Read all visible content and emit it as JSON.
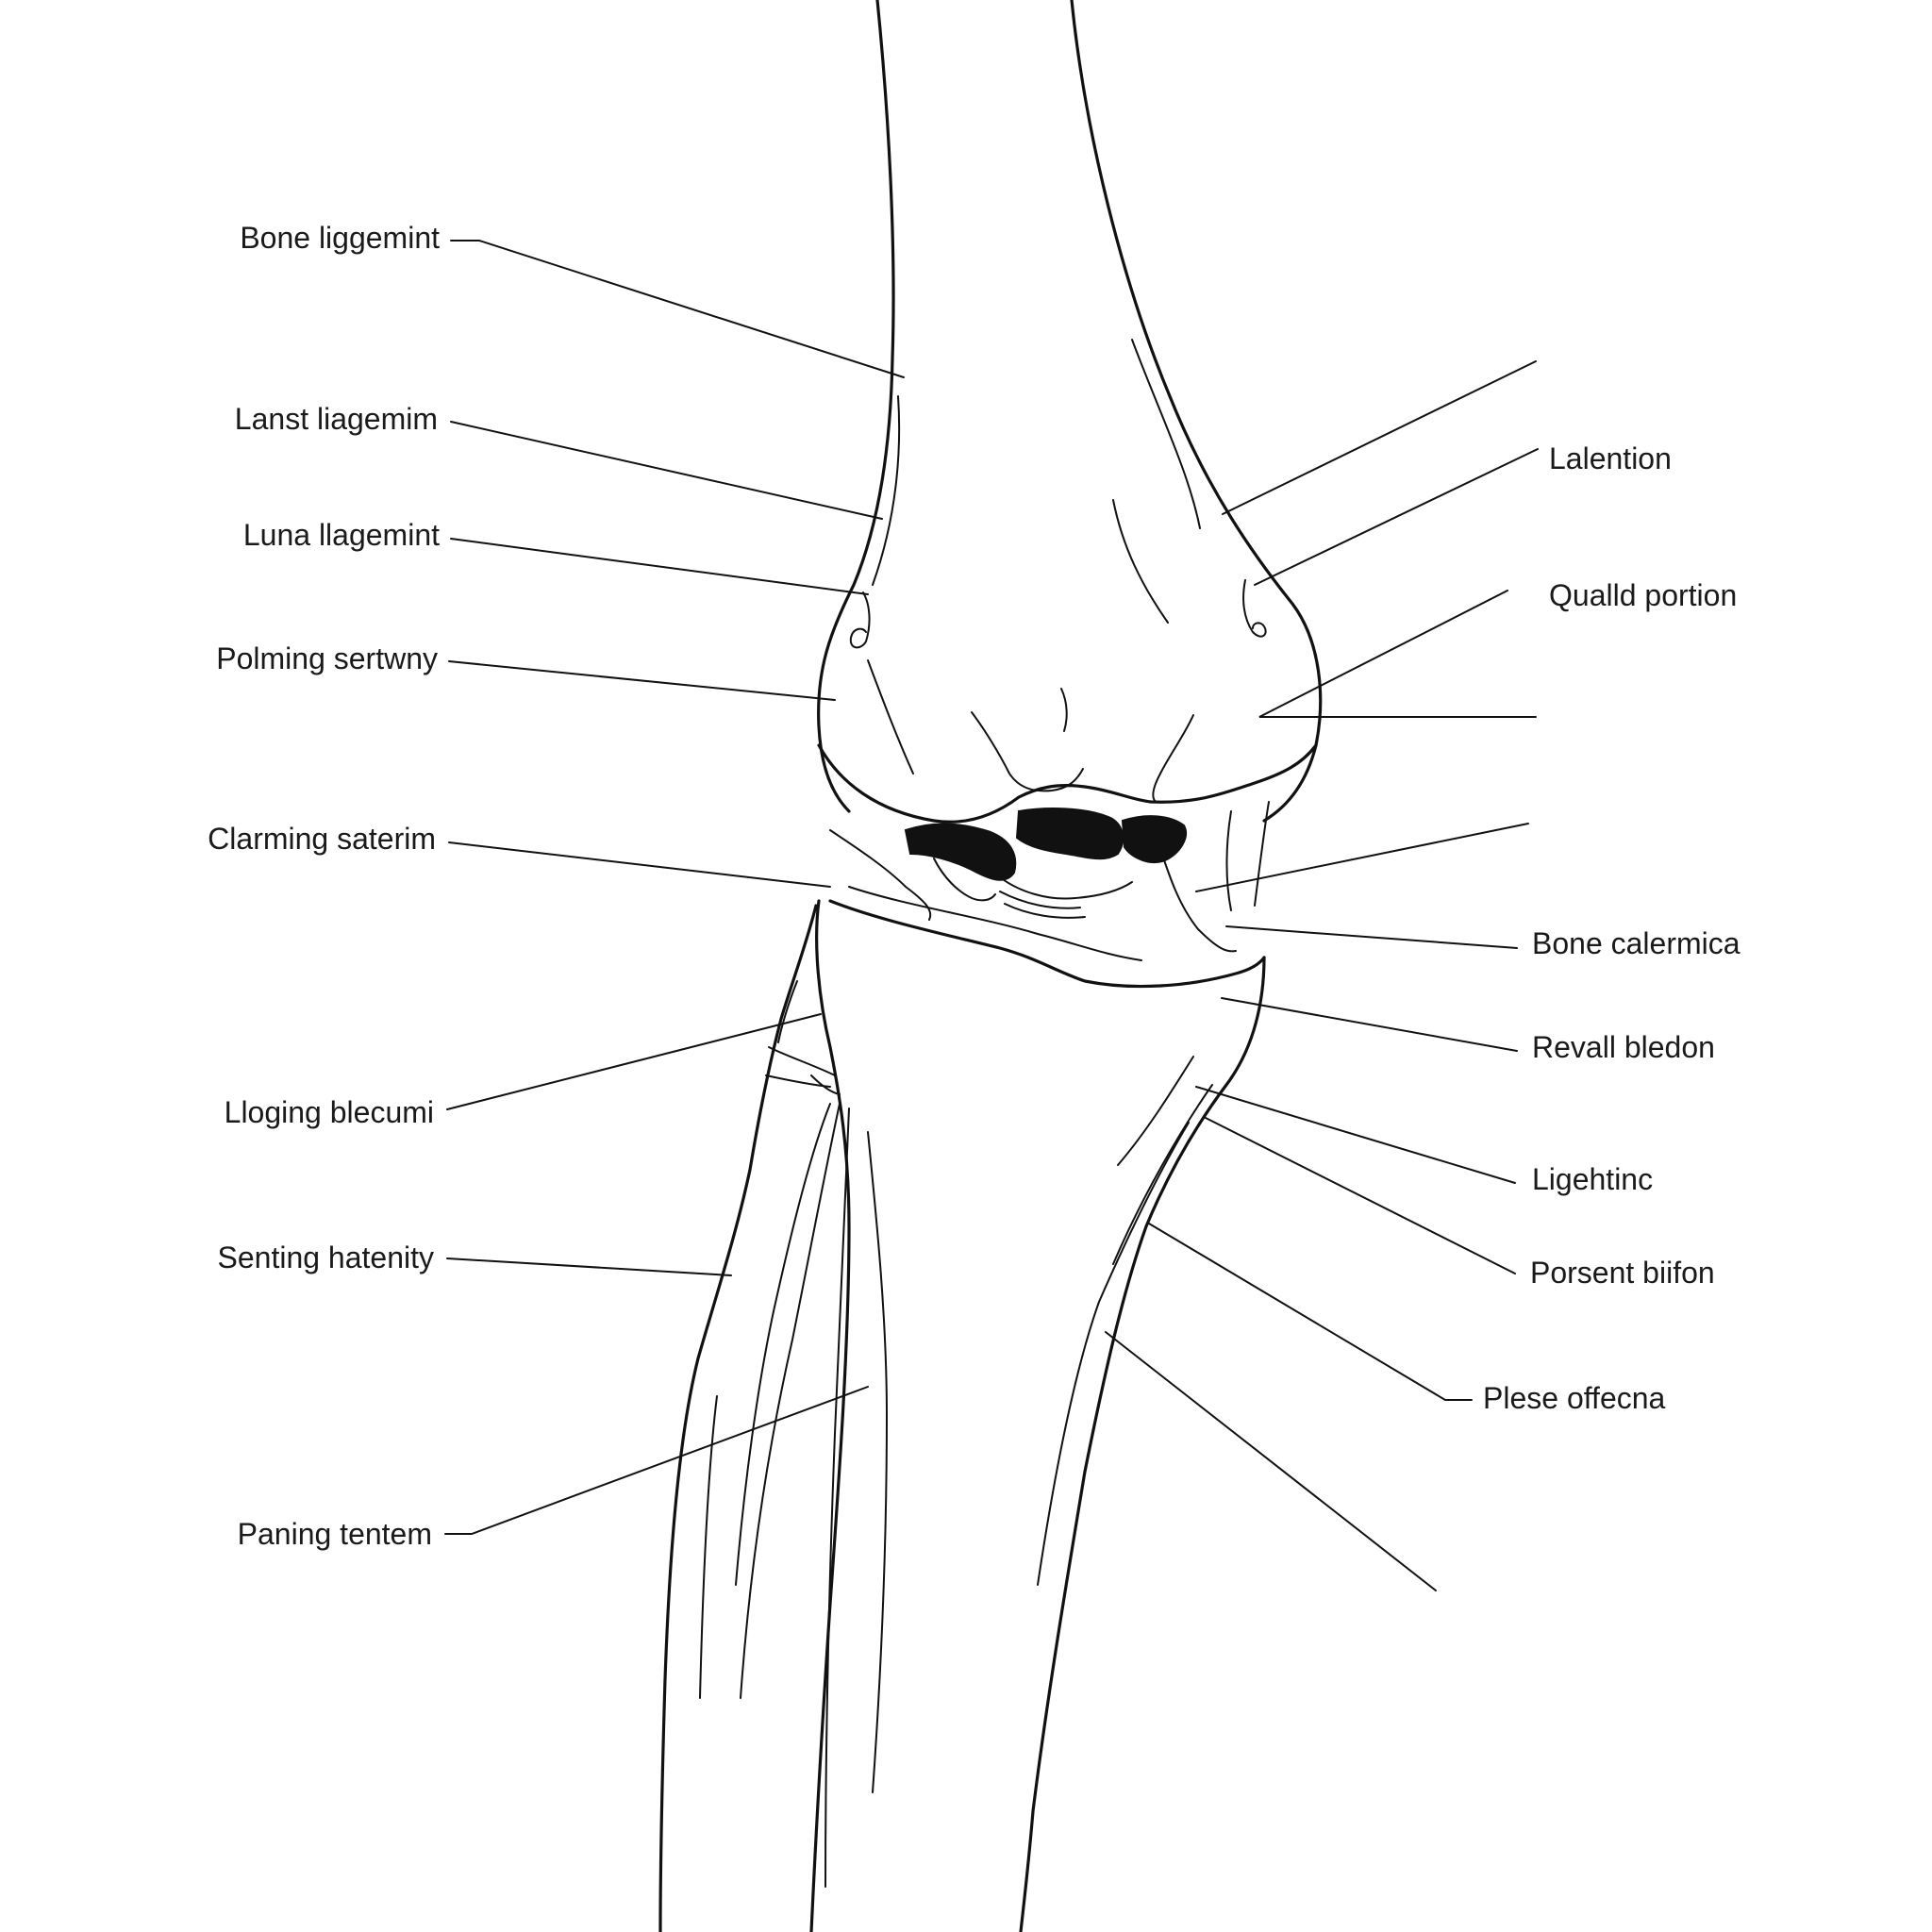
{
  "labels": {
    "bone_ligament": "Bone liggemint",
    "lanst_ligament": "Lanst liagemim",
    "luna_ligament": "Luna llagemint",
    "polming_sertwny": "Polming sertwny",
    "clarming_saterim": "Clarming saterim",
    "lloging_blecumi": "Lloging blecumi",
    "senting_hatenity": "Senting hatenity",
    "paning_tentem": "Paning tentem",
    "lalention": "Lalention",
    "qualld_portion": "Qualld portion",
    "bone_calermica": "Bone calermica",
    "revall_bledon": "Revall bledon",
    "ligehtinc": "Ligehtinc",
    "porsent_biifon": "Porsent biifon",
    "plese_offecna": "Plese offecna"
  },
  "colors": {
    "line": "#111111",
    "background": "#ffffff"
  }
}
